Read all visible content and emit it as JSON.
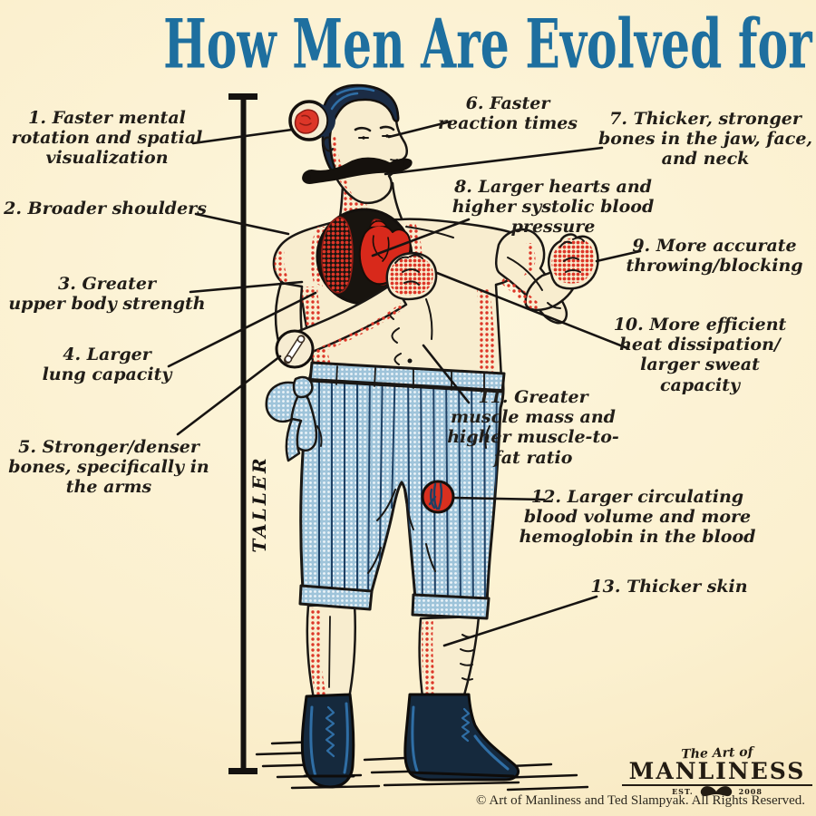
{
  "title": "How Men Are Evolved for Fighting",
  "measure": {
    "label": "TALLER"
  },
  "labels": [
    {
      "num": "1",
      "lines": [
        "1. Faster mental",
        "rotation and spatial",
        "visualization"
      ]
    },
    {
      "num": "2",
      "lines": [
        "2. Broader shoulders"
      ]
    },
    {
      "num": "3",
      "lines": [
        "3. Greater",
        "upper body strength"
      ]
    },
    {
      "num": "4",
      "lines": [
        "4. Larger",
        "lung capacity"
      ]
    },
    {
      "num": "5",
      "lines": [
        "5. Stronger/denser",
        "bones, specifically in",
        "the arms"
      ]
    },
    {
      "num": "6",
      "lines": [
        "6. Faster",
        "reaction times"
      ]
    },
    {
      "num": "7",
      "lines": [
        "7. Thicker, stronger",
        "bones in the jaw, face,",
        "and neck"
      ]
    },
    {
      "num": "8",
      "lines": [
        "8. Larger hearts and",
        "higher systolic blood",
        "pressure"
      ]
    },
    {
      "num": "9",
      "lines": [
        "9. More accurate",
        "throwing/blocking"
      ]
    },
    {
      "num": "10",
      "lines": [
        "10. More efficient",
        "heat dissipation/",
        "larger sweat",
        "capacity"
      ]
    },
    {
      "num": "11",
      "lines": [
        "11. Greater",
        "muscle mass and",
        "higher muscle-to-",
        "fat ratio"
      ]
    },
    {
      "num": "12",
      "lines": [
        "12. Larger circulating",
        "blood volume and more",
        "hemoglobin in the blood"
      ]
    },
    {
      "num": "13",
      "lines": [
        "13. Thicker skin"
      ]
    }
  ],
  "logo": {
    "tagline": "The Art of",
    "name": "MANLINESS",
    "est": "EST.",
    "year": "2008"
  },
  "copyright": "© Art of Manliness and Ted Slampyak. All Rights Reserved.",
  "colors": {
    "background": "#fbf0cf",
    "title_blue": "#1e6f9f",
    "ink": "#171310",
    "halftone_red": "#dd3628",
    "trunks_blue": "#9fc4da",
    "boot_navy": "#15293d"
  }
}
